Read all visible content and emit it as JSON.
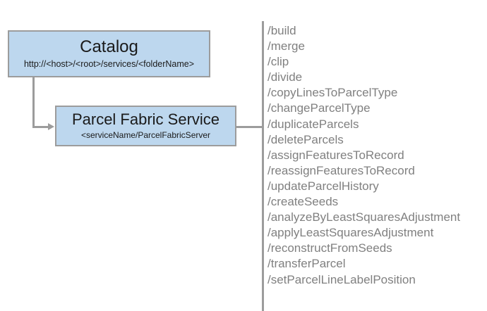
{
  "diagram": {
    "nodes": [
      {
        "id": "catalog",
        "title": "Catalog",
        "subtitle": "http://<host>/<root>/services/<folderName>"
      },
      {
        "id": "parcel-fabric-service",
        "title": "Parcel Fabric Service",
        "subtitle": "<serviceName/ParcelFabricServer"
      }
    ],
    "operations": [
      "/build",
      "/merge",
      "/clip",
      "/divide",
      "/copyLinesToParcelType",
      "/changeParcelType",
      "/duplicateParcels",
      "/deleteParcels",
      "/assignFeaturesToRecord",
      "/reassignFeaturesToRecord",
      "/updateParcelHistory",
      "/createSeeds",
      "/analyzeByLeastSquaresAdjustment",
      "/applyLeastSquaresAdjustment",
      "/reconstructFromSeeds",
      "/transferParcel",
      "/setParcelLineLabelPosition"
    ],
    "colors": {
      "node_fill": "#bdd7ee",
      "node_border": "#9c9c9c",
      "connector": "#9c9c9c",
      "operation_text": "#808080",
      "node_text": "#1a1a1a",
      "background": "#ffffff"
    }
  }
}
